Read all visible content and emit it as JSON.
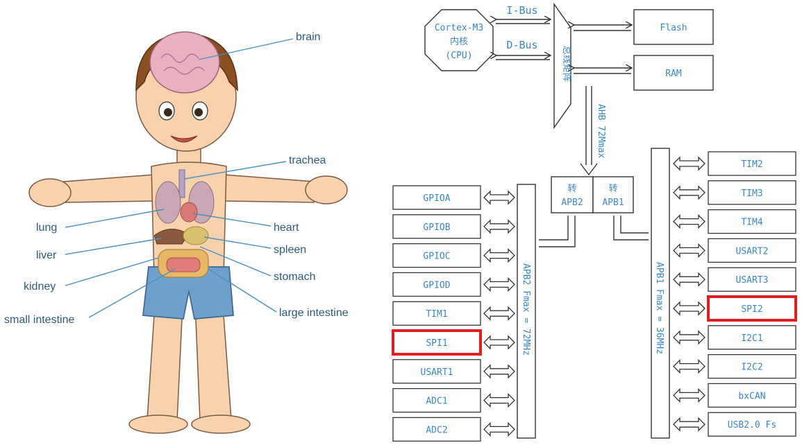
{
  "anatomy": {
    "labels": {
      "brain": "brain",
      "trachea": "trachea",
      "lung": "lung",
      "heart": "heart",
      "liver": "liver",
      "spleen": "spleen",
      "kidney": "kidney",
      "stomach": "stomach",
      "small_intestine": "small intestine",
      "large_intestine": "large intestine"
    }
  },
  "stm32": {
    "cpu": {
      "line1": "Cortex-M3",
      "line2": "内核",
      "line3": "(CPU)"
    },
    "ibus": "I-Bus",
    "dbus": "D-Bus",
    "bus_matrix": "总线矩阵",
    "flash": "Flash",
    "ram": "RAM",
    "ahb": "AHB 72Mmax",
    "bridge_apb2": {
      "line1": "转",
      "line2": "APB2"
    },
    "bridge_apb1": {
      "line1": "转",
      "line2": "APB1"
    },
    "apb2_bus": "APB2 Fmax = 72MHz",
    "apb1_bus": "APB1 Fmax = 36MHz",
    "apb2_peripherals": [
      "GPIOA",
      "GPIOB",
      "GPIOC",
      "GPIOD",
      "TIM1",
      "SPI1",
      "USART1",
      "ADC1",
      "ADC2"
    ],
    "apb1_peripherals": [
      "TIM2",
      "TIM3",
      "TIM4",
      "USART2",
      "USART3",
      "SPI2",
      "I2C1",
      "I2C2",
      "bxCAN",
      "USB2.0 Fs"
    ],
    "highlighted": [
      "SPI1",
      "SPI2"
    ],
    "colors": {
      "line": "#3c3c3c",
      "text": "#3a86c8",
      "highlight": "#e02020"
    }
  }
}
